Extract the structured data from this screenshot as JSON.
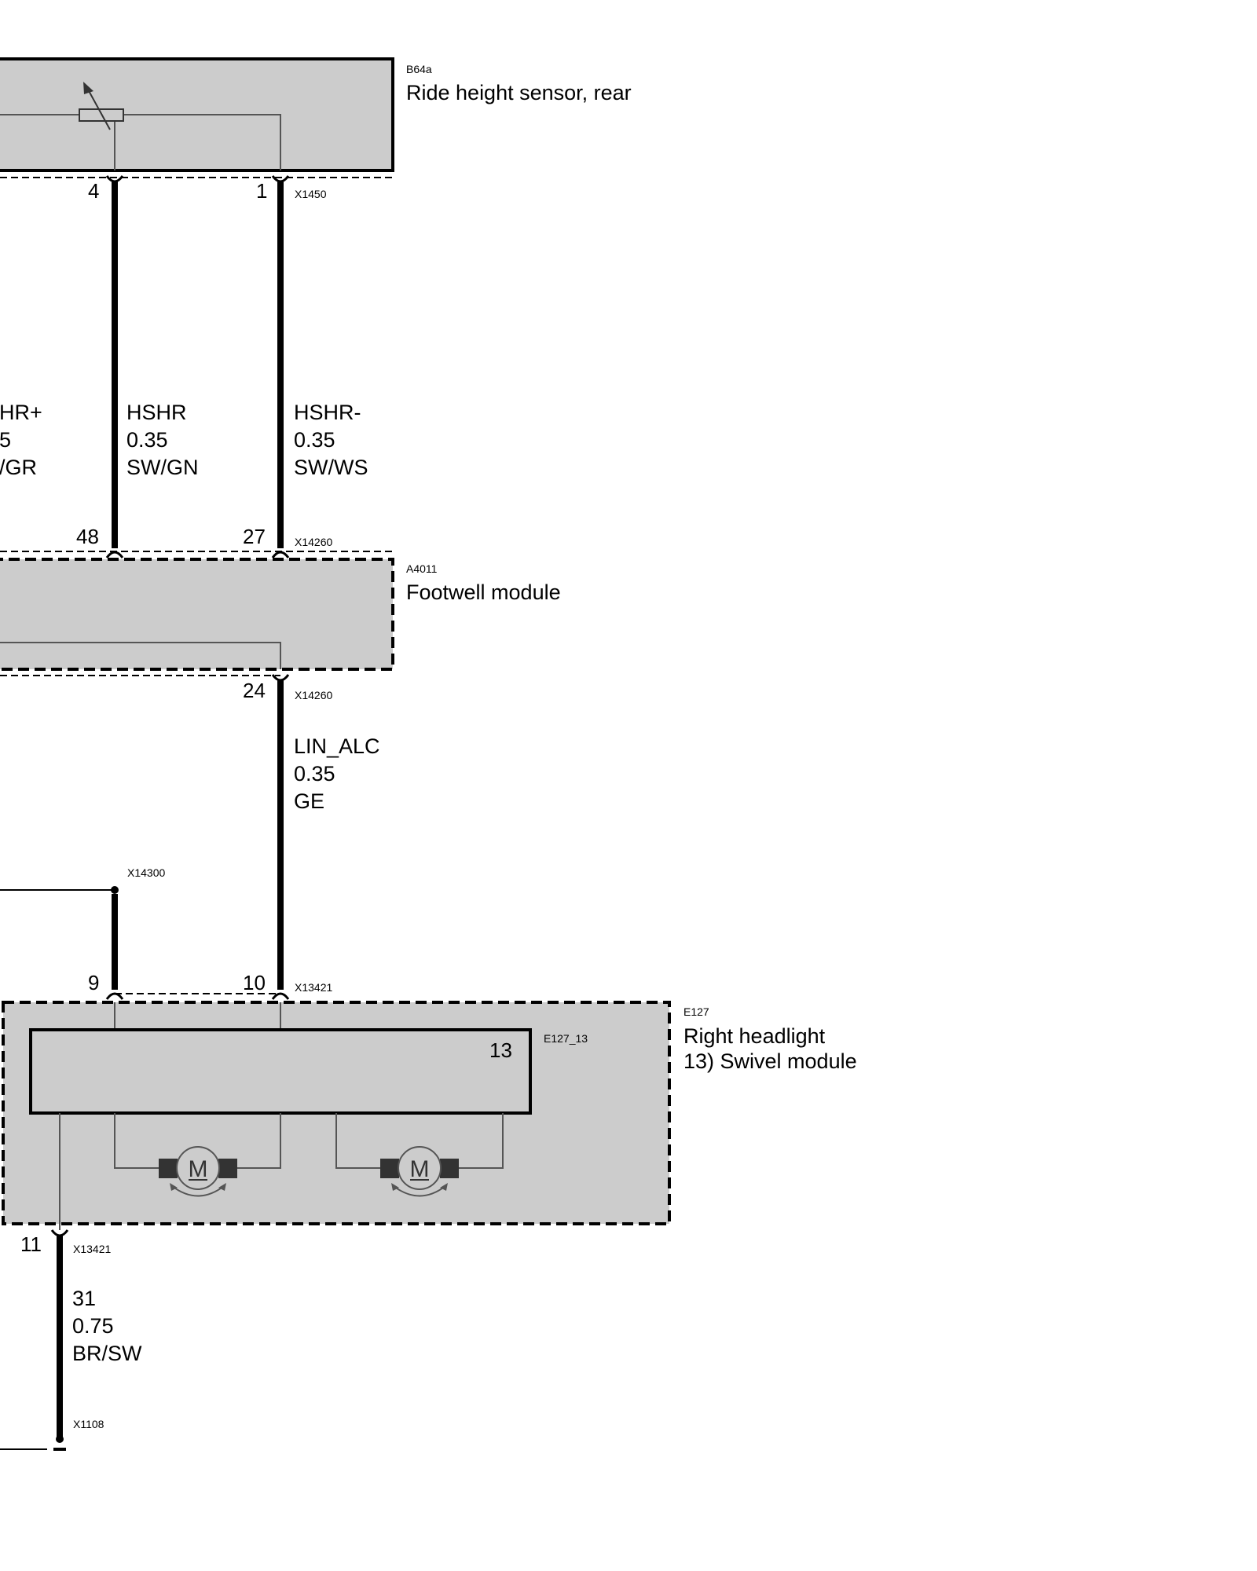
{
  "components": {
    "ride_height_sensor": {
      "code": "B64a",
      "name": "Ride height sensor, rear",
      "connector": "X1450"
    },
    "footwell_module": {
      "code": "A4011",
      "name": "Footwell module",
      "connector": "X14260"
    },
    "right_headlight": {
      "code": "E127",
      "name": "Right headlight",
      "sub_item": "13)  Swivel module",
      "connector": "X13421"
    },
    "swivel_module": {
      "code": "E127_13",
      "number": "13"
    }
  },
  "pins": {
    "sensor_4": "4",
    "sensor_1": "1",
    "footwell_48": "48",
    "footwell_27": "27",
    "footwell_24": "24",
    "headlight_9": "9",
    "headlight_10": "10",
    "headlight_11": "11"
  },
  "connectors": {
    "x14260_bottom": "X14260",
    "x14300": "X14300",
    "x13421_bottom": "X13421",
    "x1108": "X1108"
  },
  "wires": {
    "hshr_plus": {
      "signal": "HR+",
      "gauge": "5",
      "color": "/GR"
    },
    "hshr": {
      "signal": "HSHR",
      "gauge": "0.35",
      "color": "SW/GN"
    },
    "hshr_minus": {
      "signal": "HSHR-",
      "gauge": "0.35",
      "color": "SW/WS"
    },
    "lin_alc": {
      "signal": "LIN_ALC",
      "gauge": "0.35",
      "color": "GE"
    },
    "ground_31": {
      "signal": "31",
      "gauge": "0.75",
      "color": "BR/SW"
    }
  },
  "colors": {
    "component_fill": "#cccccc",
    "wire": "#000000",
    "internal_line": "#555555",
    "motor_block": "#333333"
  }
}
